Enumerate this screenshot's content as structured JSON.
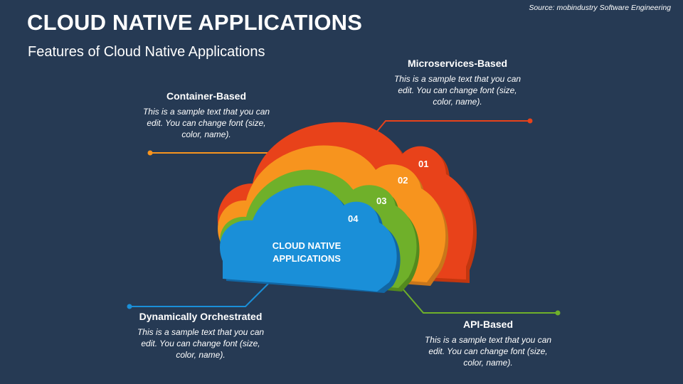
{
  "header": {
    "title": "CLOUD NATIVE APPLICATIONS",
    "subtitle": "Features of Cloud Native Applications",
    "source": "Source: mobindustry Software Engineering"
  },
  "colors": {
    "background": "#263a54",
    "layer_01": "#e8421a",
    "layer_02": "#f7941e",
    "layer_03": "#6fb02a",
    "layer_04": "#1a8fd8"
  },
  "diagram": {
    "center_label_line1": "CLOUD NATIVE",
    "center_label_line2": "APPLICATIONS",
    "layers": [
      {
        "number": "01",
        "title": "Microservices-Based",
        "description": "This is a sample text that you can edit. You can change font (size, color, name)."
      },
      {
        "number": "02",
        "title": "Container-Based",
        "description": "This is a sample text that you can edit. You can change font (size, color, name)."
      },
      {
        "number": "03",
        "title": "API-Based",
        "description": "This is a sample text that you can edit. You can change font (size, color, name)."
      },
      {
        "number": "04",
        "title": "Dynamically Orchestrated",
        "description": "This is a sample text that you can edit. You can change font (size, color, name)."
      }
    ]
  }
}
